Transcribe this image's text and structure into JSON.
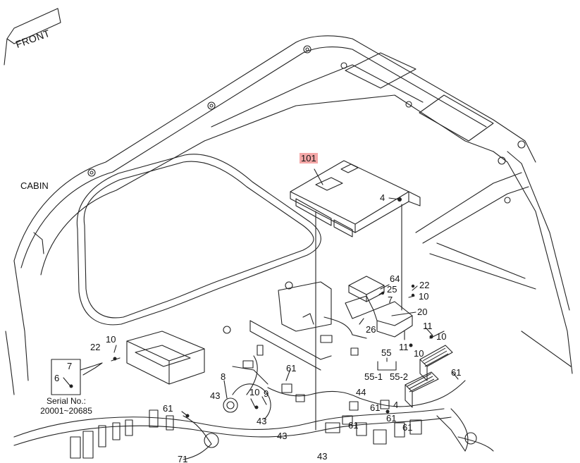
{
  "drawing": {
    "front_label": "FRONT",
    "section_label": "CABIN",
    "highlighted_part": "101",
    "serial_line1": "Serial No.:",
    "serial_line2": "20001~20685",
    "callouts": {
      "c4": "4",
      "c64": "64",
      "c25": "25",
      "c22a": "22",
      "c10a": "10",
      "c7a": "7",
      "c20": "20",
      "c26": "26",
      "c11a": "11",
      "c10b": "10",
      "c11b": "11",
      "c10c": "10",
      "c55": "55",
      "c55_1": "55-1",
      "c55_2": "55-2",
      "c61a": "61",
      "c22b": "22",
      "c10d": "10",
      "c7b": "7",
      "c6": "6",
      "c8": "8",
      "c61b": "61",
      "c43a": "43",
      "c10e": "10",
      "c9": "9",
      "c61c": "61",
      "c43b": "43",
      "c43c": "43",
      "c44": "44",
      "c61d": "61",
      "c61e": "61",
      "c61f": "61",
      "c61g": "61",
      "c4b": "4",
      "c43d": "43",
      "c71": "71"
    }
  }
}
